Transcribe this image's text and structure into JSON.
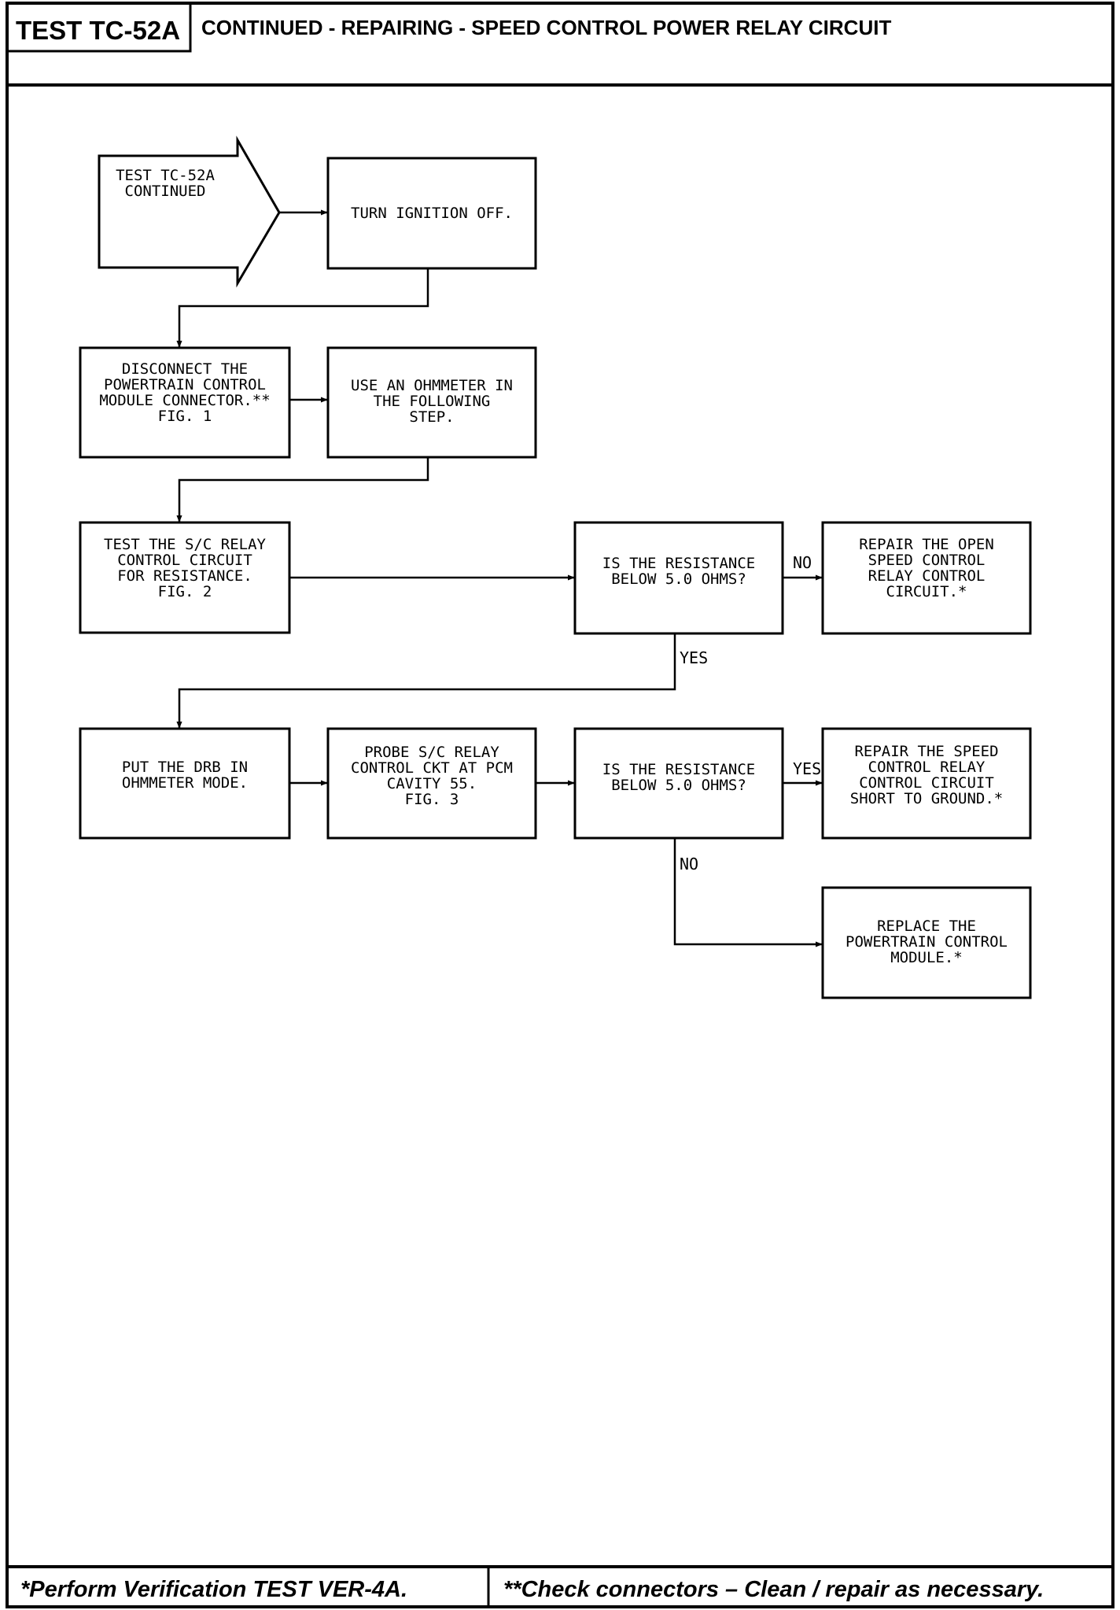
{
  "header": {
    "test_id": "TEST TC-52A",
    "title": "CONTINUED - REPAIRING - SPEED CONTROL POWER RELAY CIRCUIT"
  },
  "flowchart": {
    "start": [
      "TEST TC-52A",
      "CONTINUED"
    ],
    "step_ignition_off": [
      "TURN IGNITION OFF."
    ],
    "step_disconnect": [
      "DISCONNECT THE",
      "POWERTRAIN CONTROL",
      "MODULE CONNECTOR.**",
      "",
      "FIG. 1"
    ],
    "step_ohmmeter": [
      "USE AN OHMMETER IN",
      "THE FOLLOWING",
      "STEP."
    ],
    "step_test_relay": [
      "TEST THE S/C RELAY",
      "CONTROL CIRCUIT",
      "FOR RESISTANCE.",
      "FIG. 2"
    ],
    "decision_1": [
      "IS THE RESISTANCE",
      "BELOW 5.0 OHMS?"
    ],
    "repair_open": [
      "REPAIR THE OPEN",
      "SPEED CONTROL",
      "RELAY CONTROL",
      "CIRCUIT.*"
    ],
    "step_drb": [
      "PUT THE DRB IN",
      "OHMMETER MODE."
    ],
    "step_probe": [
      "PROBE S/C RELAY",
      "CONTROL CKT AT PCM",
      "CAVITY 55.",
      "",
      "FIG. 3"
    ],
    "decision_2": [
      "IS THE RESISTANCE",
      "BELOW 5.0 OHMS?"
    ],
    "repair_short": [
      "REPAIR THE SPEED",
      "CONTROL RELAY",
      "CONTROL CIRCUIT",
      "SHORT TO GROUND.*"
    ],
    "replace_pcm": [
      "REPLACE THE",
      "POWERTRAIN CONTROL",
      "MODULE.*"
    ],
    "label_no_1": "NO",
    "label_yes_1": "YES",
    "label_yes_2": "YES",
    "label_no_2": "NO"
  },
  "footer": {
    "left": "*Perform Verification TEST VER-4A.",
    "right": "**Check connectors – Clean / repair as necessary."
  }
}
